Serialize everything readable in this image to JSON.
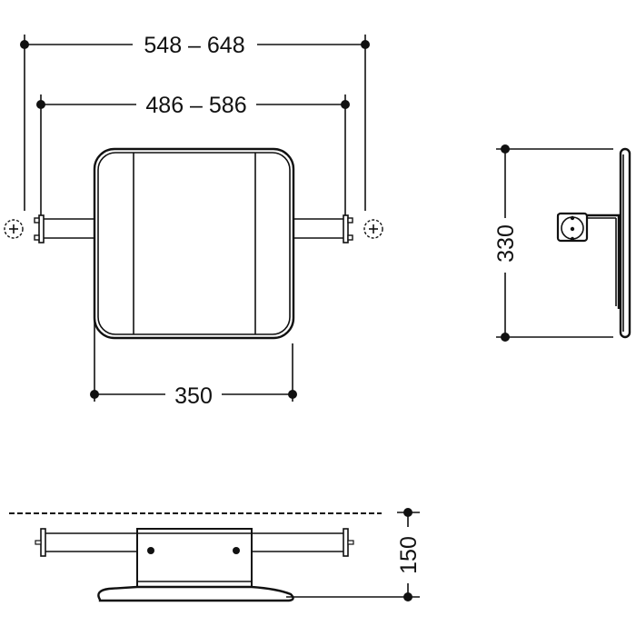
{
  "drawing": {
    "title": "Folding seat technical dimension drawing",
    "line_color": "#111111",
    "background": "#ffffff",
    "front_view": {
      "dim_outer_width": "548 – 648",
      "dim_inner_width": "486 – 586",
      "dim_seat_width": "350",
      "fixing_symbol_left": "⊕",
      "fixing_symbol_right": "⊕"
    },
    "side_view": {
      "dim_seat_depth": "330"
    },
    "top_view": {
      "dim_height": "150"
    }
  }
}
